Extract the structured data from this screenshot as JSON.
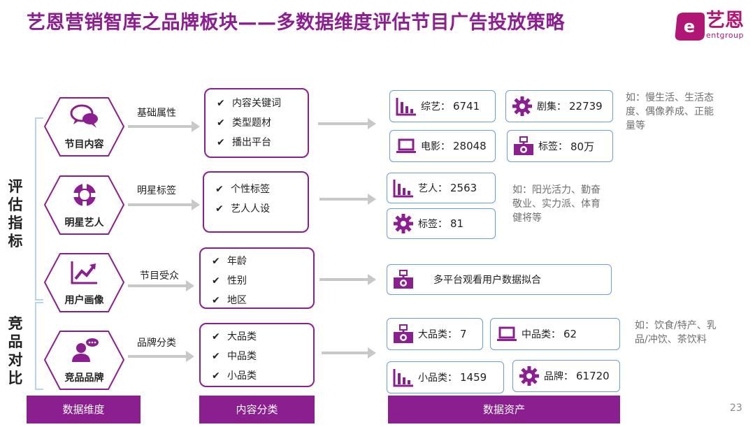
{
  "title": "艺恩营销智库之品牌板块——多数据维度评估节目广告投放策略",
  "logo": {
    "main": "艺恩",
    "sub": "entgroup"
  },
  "side_labels": {
    "evaluate": "评估指标",
    "compete": "竞品对比"
  },
  "dimensions": [
    {
      "label": "节目内容",
      "icon": "chat-bubbles-icon"
    },
    {
      "label": "明星艺人",
      "icon": "lifebuoy-icon"
    },
    {
      "label": "用户画像",
      "icon": "trend-chart-icon"
    },
    {
      "label": "竞品品牌",
      "icon": "person-chat-icon"
    }
  ],
  "edge_labels": [
    "基础属性",
    "明星标签",
    "节目受众",
    "品牌分类"
  ],
  "categories": [
    {
      "items": [
        "内容关键词",
        "类型题材",
        "播出平台"
      ]
    },
    {
      "items": [
        "个性标签",
        "艺人人设"
      ]
    },
    {
      "items": [
        "年龄",
        "性别",
        "地区"
      ]
    },
    {
      "items": [
        "大品类",
        "中品类",
        "小品类"
      ]
    }
  ],
  "check_mark": "✔",
  "assets": {
    "content": [
      {
        "icon": "bar-chart-icon",
        "label": "综艺：",
        "value": "6741"
      },
      {
        "icon": "gear-icon",
        "label": "剧集：",
        "value": "22739"
      },
      {
        "icon": "laptop-icon",
        "label": "电影：",
        "value": "28048"
      },
      {
        "icon": "camera-icon",
        "label": "标签：",
        "value": "80万"
      }
    ],
    "star": [
      {
        "icon": "bar-chart-icon",
        "label": "艺人：",
        "value": "2563"
      },
      {
        "icon": "gear-icon",
        "label": "标签：",
        "value": "81"
      }
    ],
    "audience": {
      "icon": "camera-icon",
      "label": "多平台观看用户数据拟合"
    },
    "brand": [
      {
        "icon": "camera-icon",
        "label": "大品类：",
        "value": "7"
      },
      {
        "icon": "laptop-icon",
        "label": "中品类：",
        "value": "62"
      },
      {
        "icon": "bar-chart-icon",
        "label": "小品类：",
        "value": "1459"
      },
      {
        "icon": "gear-icon",
        "label": "品牌：",
        "value": "61720"
      }
    ]
  },
  "notes": {
    "content": [
      "如：慢生活、生活态",
      "度、偶像养成、正能",
      "量等"
    ],
    "star": [
      "如：阳光活力、勤奋",
      "敬业、实力派、体育",
      "健将等"
    ],
    "brand": [
      "如：饮食/特产、乳",
      "品/冲饮、茶饮料"
    ]
  },
  "footer": {
    "col1": "数据维度",
    "col2": "内容分类",
    "col3": "数据资产"
  },
  "page_number": "23",
  "colors": {
    "accent": "#8b1f8f",
    "box_border": "#6a9ed4",
    "arrow": "#c8c8c8",
    "logo": "#b01774"
  }
}
